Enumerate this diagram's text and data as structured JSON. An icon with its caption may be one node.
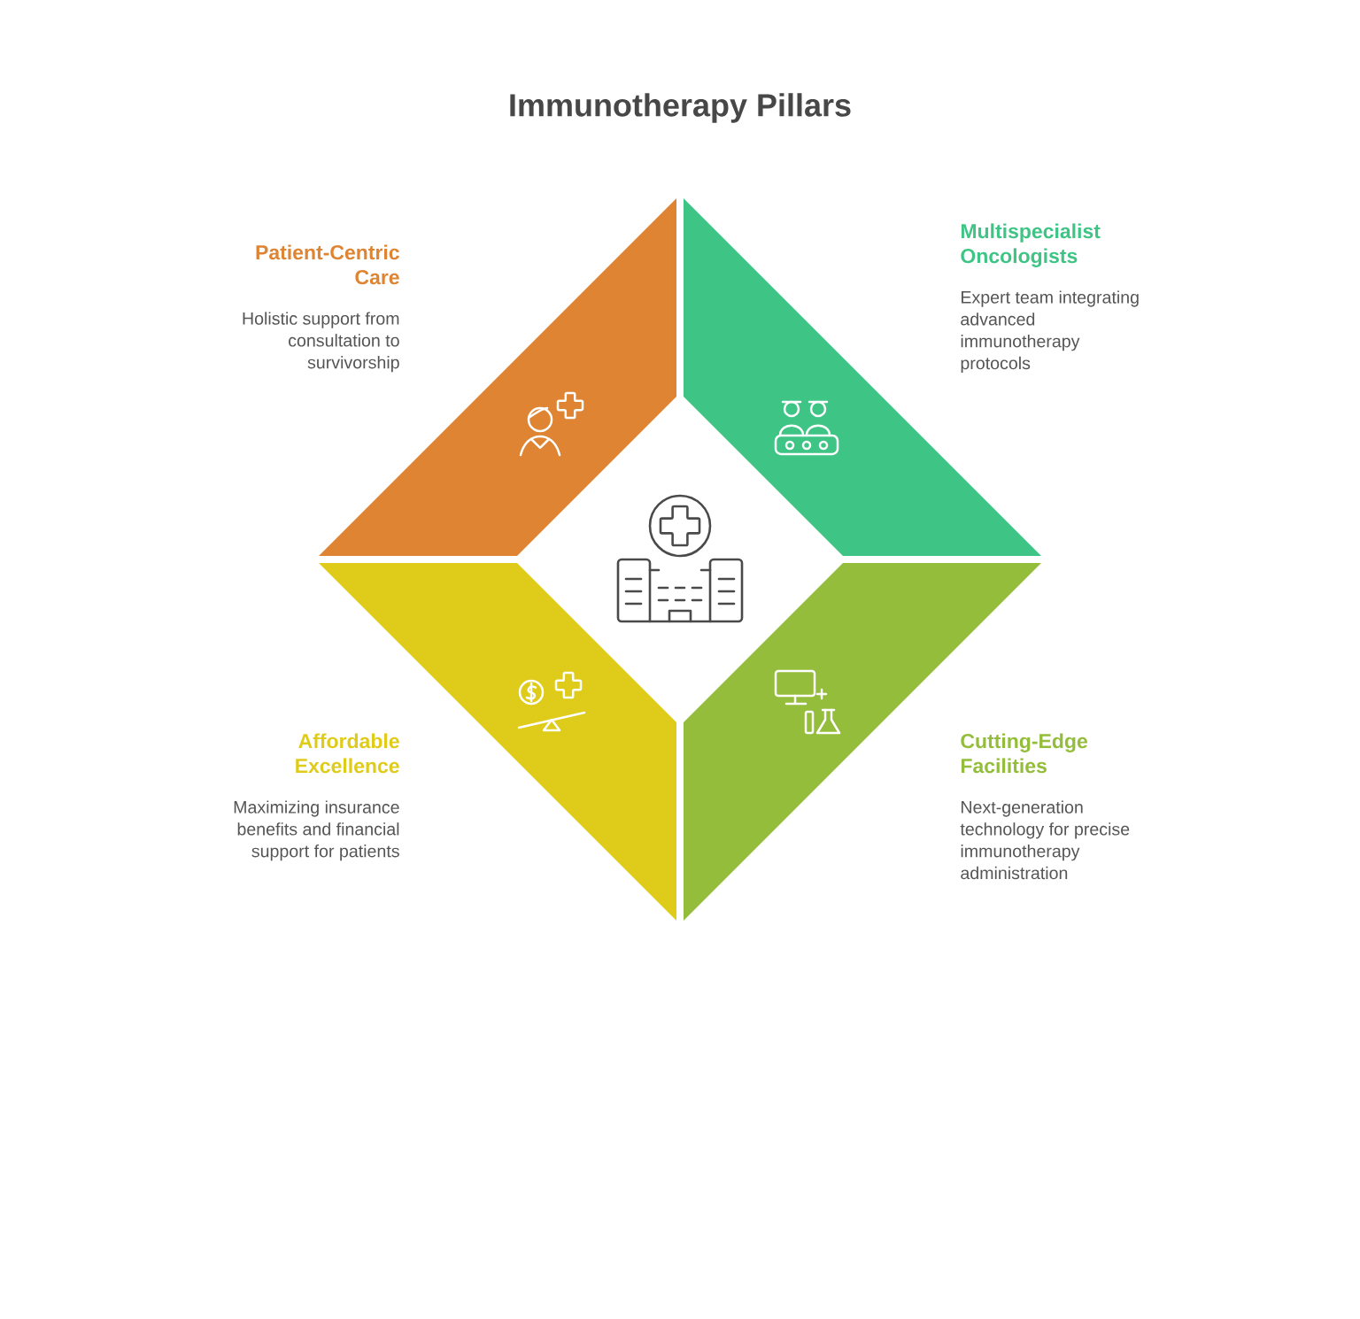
{
  "diagram": {
    "title": "Immunotherapy Pillars",
    "nodes": [
      {
        "text": [
          "Patient-Centric Care",
          "Holistic support from consultation to survivorship"
        ]
      },
      {
        "text": [
          "Multispecialist Oncologists",
          "Expert team integrating advanced immunotherapy protocols"
        ]
      },
      {
        "text": [
          "Affordable Excellence",
          "Maximizing insurance benefits and financial support for patients"
        ]
      },
      {
        "text": [
          "Cutting-Edge Facilities",
          "Next-generation technology for precise immunotherapy administration"
        ]
      }
    ]
  }
}
